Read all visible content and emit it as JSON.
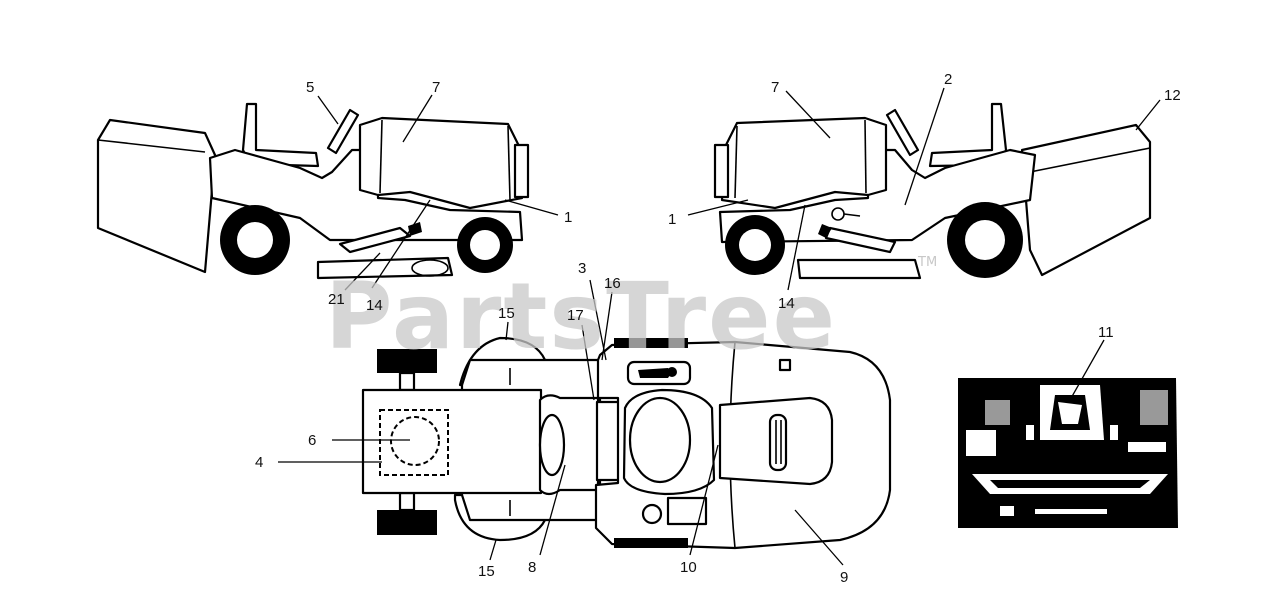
{
  "watermark": {
    "text": "PartsTree",
    "trademark": "TM"
  },
  "callouts": {
    "l5": "5",
    "l7a": "7",
    "l1a": "1",
    "l21": "21",
    "l14a": "14",
    "l7b": "7",
    "l2": "2",
    "l12": "12",
    "l1b": "1",
    "l14b": "14",
    "l3": "3",
    "l16": "16",
    "l15a": "15",
    "l17": "17",
    "l6": "6",
    "l4": "4",
    "l15b": "15",
    "l8": "8",
    "l10": "10",
    "l9": "9",
    "l11": "11"
  },
  "colors": {
    "line": "#000000",
    "background": "#ffffff",
    "watermark": "#c8c8c8",
    "panel": "#000000"
  }
}
